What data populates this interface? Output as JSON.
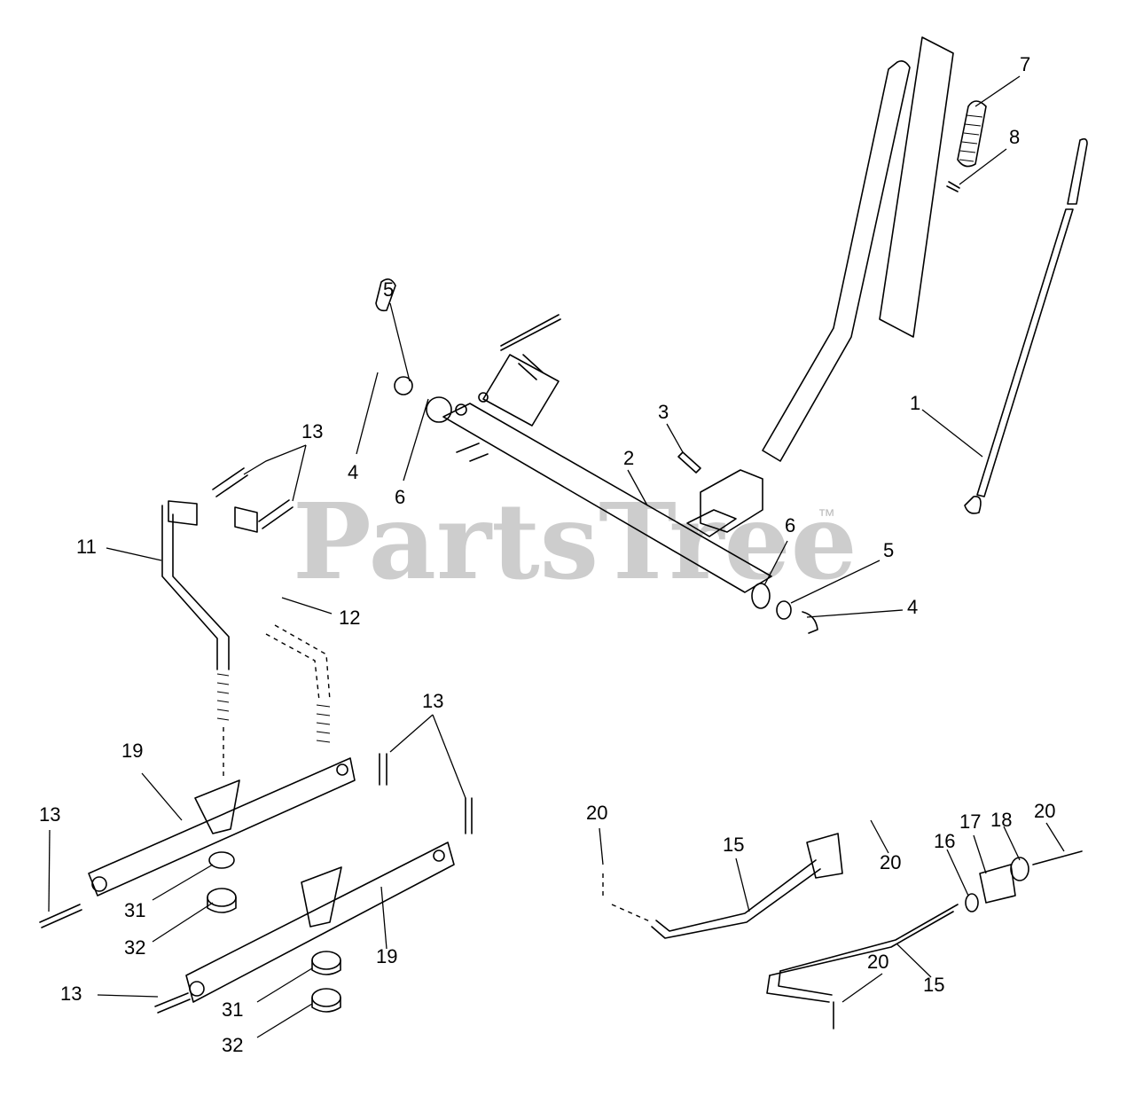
{
  "watermark": {
    "text": "PartsTree",
    "trademark": "™"
  },
  "callouts": [
    {
      "id": "c7",
      "label": "7"
    },
    {
      "id": "c8",
      "label": "8"
    },
    {
      "id": "c1",
      "label": "1"
    },
    {
      "id": "c5a",
      "label": "5"
    },
    {
      "id": "c4a",
      "label": "4"
    },
    {
      "id": "c6a",
      "label": "6"
    },
    {
      "id": "c3",
      "label": "3"
    },
    {
      "id": "c2",
      "label": "2"
    },
    {
      "id": "c13a",
      "label": "13"
    },
    {
      "id": "c11",
      "label": "11"
    },
    {
      "id": "c12",
      "label": "12"
    },
    {
      "id": "c6b",
      "label": "6"
    },
    {
      "id": "c5b",
      "label": "5"
    },
    {
      "id": "c4b",
      "label": "4"
    },
    {
      "id": "c13b",
      "label": "13"
    },
    {
      "id": "c19a",
      "label": "19"
    },
    {
      "id": "c13c",
      "label": "13"
    },
    {
      "id": "c31a",
      "label": "31"
    },
    {
      "id": "c32a",
      "label": "32"
    },
    {
      "id": "c19b",
      "label": "19"
    },
    {
      "id": "c13d",
      "label": "13"
    },
    {
      "id": "c31b",
      "label": "31"
    },
    {
      "id": "c32b",
      "label": "32"
    },
    {
      "id": "c20a",
      "label": "20"
    },
    {
      "id": "c15a",
      "label": "15"
    },
    {
      "id": "c20b",
      "label": "20"
    },
    {
      "id": "c16",
      "label": "16"
    },
    {
      "id": "c17",
      "label": "17"
    },
    {
      "id": "c18",
      "label": "18"
    },
    {
      "id": "c20c",
      "label": "20"
    },
    {
      "id": "c20d",
      "label": "20"
    },
    {
      "id": "c15b",
      "label": "15"
    }
  ]
}
